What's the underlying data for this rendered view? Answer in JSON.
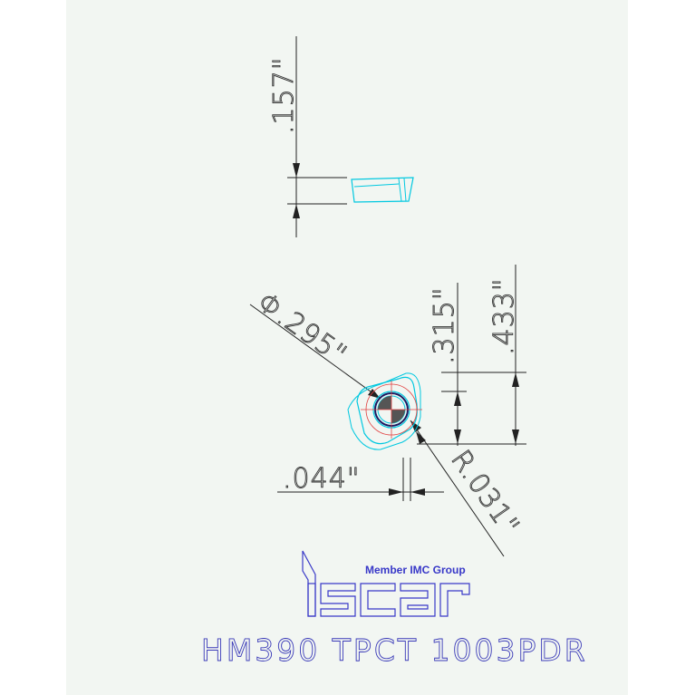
{
  "drawing": {
    "dimensions": {
      "thickness": ".157\"",
      "inscribed_circle": "Φ.295\"",
      "height_inner": ".315\"",
      "height_outer": ".433\"",
      "land_width": ".044\"",
      "corner_radius": "R.031\""
    },
    "logo": {
      "tagline": "Member IMC Group",
      "brand": "iscar"
    },
    "part_number": "HM390 TPCT 1003PDR"
  },
  "colors": {
    "background": "#ffffff",
    "panel": "#f2f6f2",
    "dimension_line": "#222222",
    "insert_outline": "#00c8e0",
    "center_lines": "#e04040",
    "logo_blue": "#3838c8",
    "part_text": "#3a3ab8"
  }
}
